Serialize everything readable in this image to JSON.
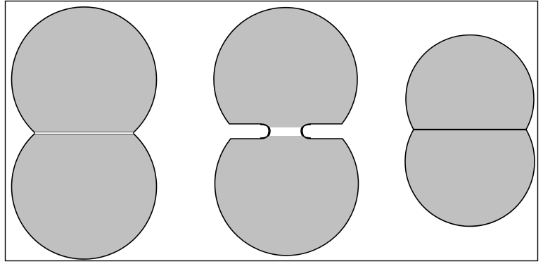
{
  "diagram": {
    "panels": [
      {
        "name": "merged-pair"
      },
      {
        "name": "separated-pair-with-gap"
      },
      {
        "name": "merged-pair-dark-seam"
      }
    ]
  },
  "colors": {
    "fill": "#c0c0c0",
    "stroke": "#000000",
    "background": "#ffffff",
    "seam_light": "#ffffff",
    "seam_dark": "#000000"
  }
}
